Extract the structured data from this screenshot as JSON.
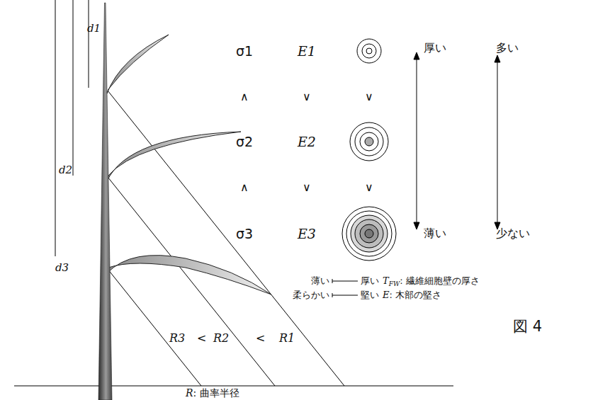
{
  "diagram": {
    "caption": "図 4",
    "labels": [
      "d1",
      "d2",
      "d3",
      "σ1",
      "E1",
      "厚い",
      "多い",
      "∧",
      "∨",
      "∨",
      "σ2",
      "E2",
      "∧",
      "∨",
      "∨",
      "σ3",
      "E3",
      "薄い",
      "少ない",
      "薄い",
      "厚い",
      "T",
      "FW",
      ": 繊維細胞壁の厚さ",
      "柔らかい",
      "堅い",
      "E",
      ": 木部の堅さ",
      "R3",
      "<",
      "R2",
      "<",
      "R1",
      "R",
      ": 曲率半径"
    ]
  }
}
